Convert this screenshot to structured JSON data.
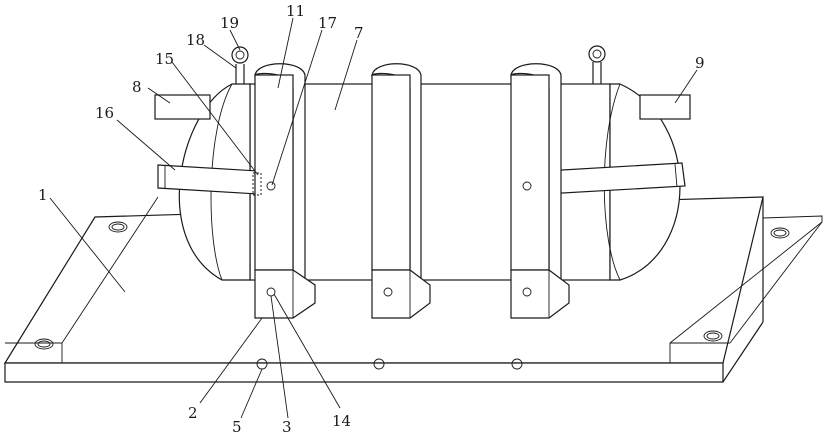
{
  "figure": {
    "labels": {
      "l1": "1",
      "l2": "2",
      "l3": "3",
      "l5": "5",
      "l7": "7",
      "l8": "8",
      "l9": "9",
      "l11": "11",
      "l14": "14",
      "l15": "15",
      "l16": "16",
      "l17": "17",
      "l18": "18",
      "l19": "19"
    }
  }
}
